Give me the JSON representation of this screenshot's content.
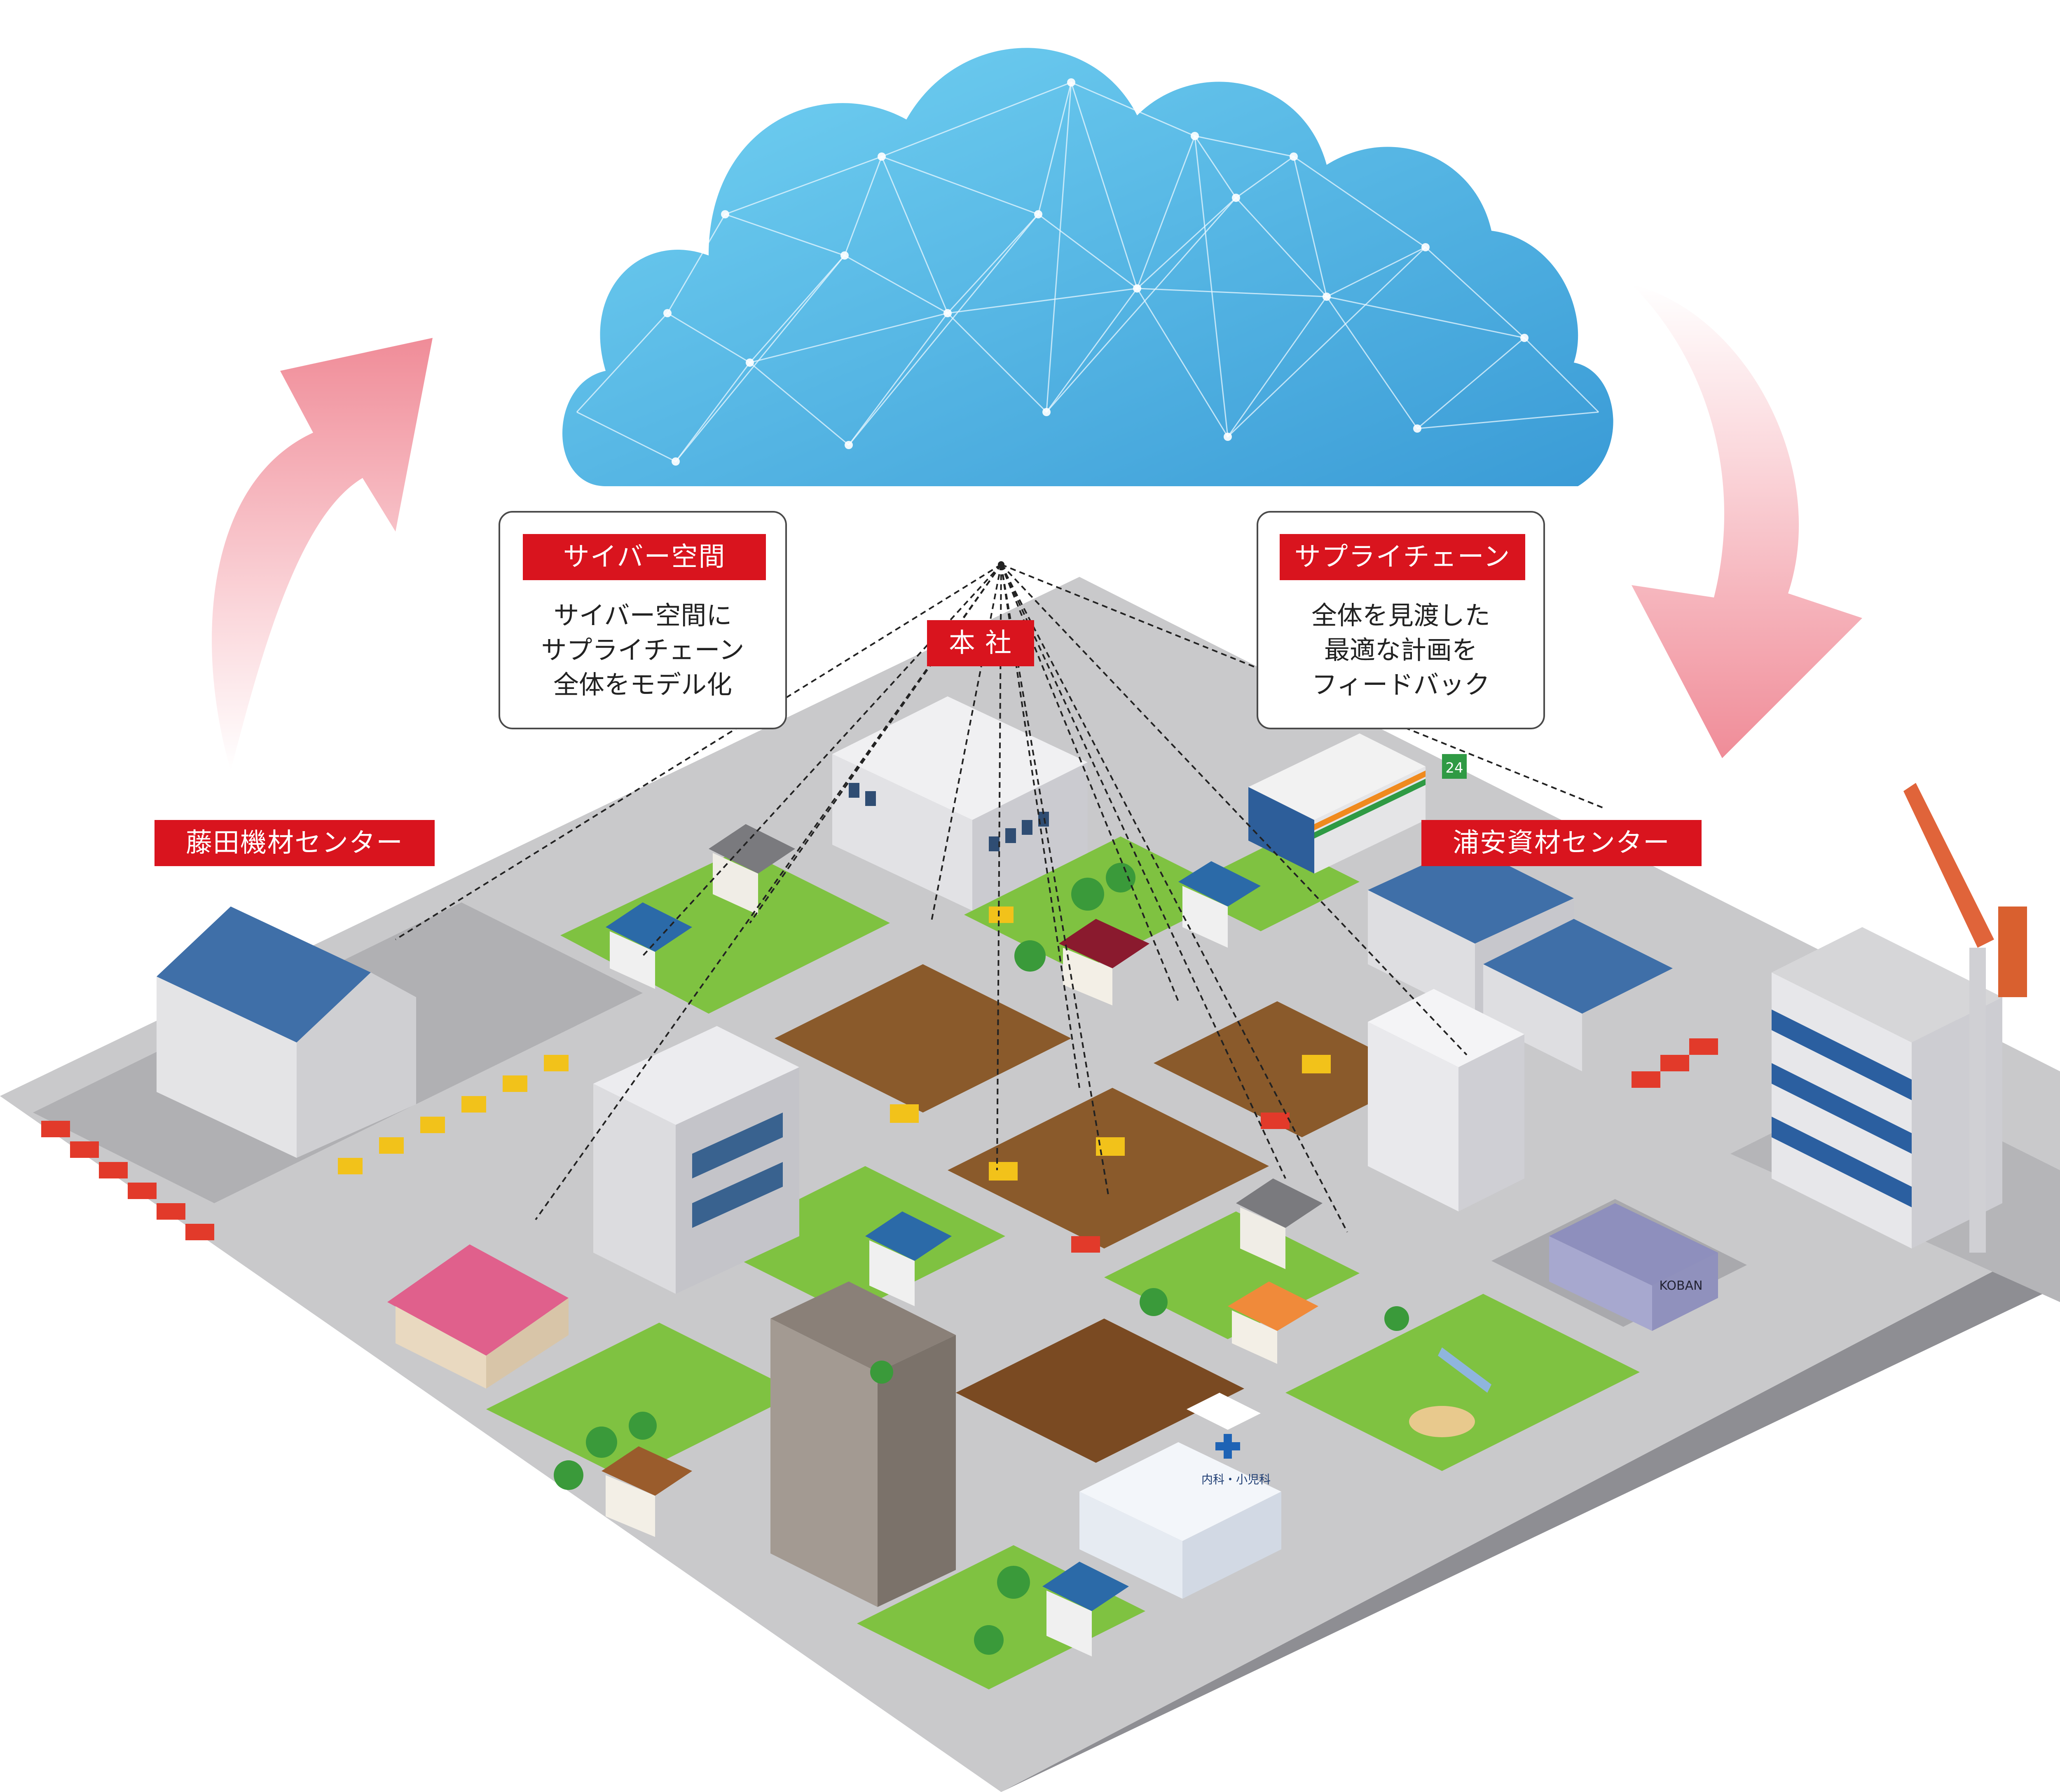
{
  "labels": {
    "hq": "本 社",
    "fujita_center": "藤田機材センター",
    "urayasu_center": "浦安資材センター"
  },
  "callout_left": {
    "heading": "サイバー空間",
    "lines": [
      "サイバー空間に",
      "サプライチェーン",
      "全体をモデル化"
    ]
  },
  "callout_right": {
    "heading": "サプライチェーン",
    "lines": [
      "全体を見渡した",
      "最適な計画を",
      "フィードバック"
    ]
  },
  "signs": {
    "convenience_store_24": "24",
    "koban": "KOBAN",
    "clinic": "内科・小児科"
  },
  "colors": {
    "label_red": "#d9141e",
    "cloud_light": "#6fd0f2",
    "cloud_dark": "#3b9fd8",
    "arrow_pink": "#f29aa4",
    "road_gray": "#c9c9cb",
    "grass_green": "#7fc241",
    "dirt_brown": "#8a5a2b"
  }
}
